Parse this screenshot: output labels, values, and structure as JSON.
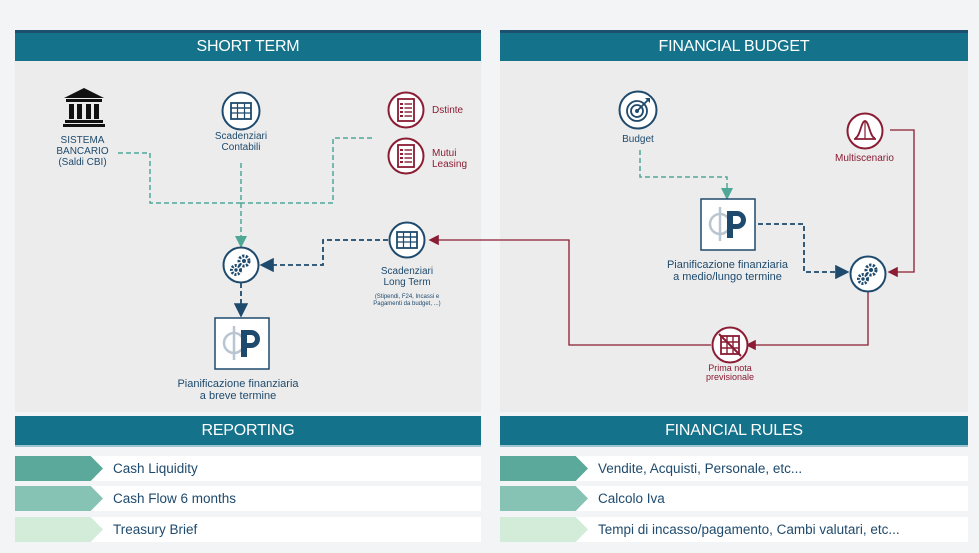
{
  "panels": {
    "short_term": {
      "title": "SHORT TERM"
    },
    "financial_budget": {
      "title": "FINANCIAL BUDGET"
    },
    "reporting": {
      "title": "REPORTING"
    },
    "financial_rules": {
      "title": "FINANCIAL RULES"
    }
  },
  "short_term_nodes": {
    "sistema_bancario": {
      "line1": "SISTEMA",
      "line2": "BANCARIO",
      "line3": "(Saldi CBI)"
    },
    "scadenziari_contabili": {
      "line1": "Scadenziari",
      "line2": "Contabili"
    },
    "distinte": {
      "label": "Dstinte"
    },
    "mutui_leasing": {
      "line1": "Mutui",
      "line2": "Leasing"
    },
    "scadenziari_long_term": {
      "line1": "Scadenziari",
      "line2": "Long Term",
      "note1": "(Stipendi, F24, Incassi e",
      "note2": "Pagamenti da budget, ...)"
    },
    "pianificazione_breve": {
      "line1": "Pianificazione finanziaria",
      "line2": "a breve termine"
    }
  },
  "budget_nodes": {
    "budget": {
      "label": "Budget"
    },
    "multiscenario": {
      "label": "Multiscenario"
    },
    "pianificazione_medio": {
      "line1": "Pianificazione finanziaria",
      "line2": "a medio/lungo termine"
    },
    "prima_nota": {
      "line1": "Prima nota",
      "line2": "previsionale"
    }
  },
  "reporting": {
    "items": [
      {
        "label": "Cash Liquidity",
        "color": "#5aa99a"
      },
      {
        "label": "Cash Flow 6 months",
        "color": "#86c3b4"
      },
      {
        "label": "Treasury Brief",
        "color": "#d2ecd9"
      }
    ]
  },
  "financial_rules": {
    "items": [
      {
        "label": "Vendite, Acquisti, Personale, etc...",
        "color": "#5aa99a"
      },
      {
        "label": "Calcolo Iva",
        "color": "#86c3b4"
      },
      {
        "label": "Tempi di incasso/pagamento, Cambi valutari, etc...",
        "color": "#d2ecd9"
      }
    ]
  },
  "colors": {
    "header": "#14728a",
    "navy": "#1e4a6d",
    "teal_dashed": "#4fa896",
    "maroon": "#8a1c33"
  }
}
